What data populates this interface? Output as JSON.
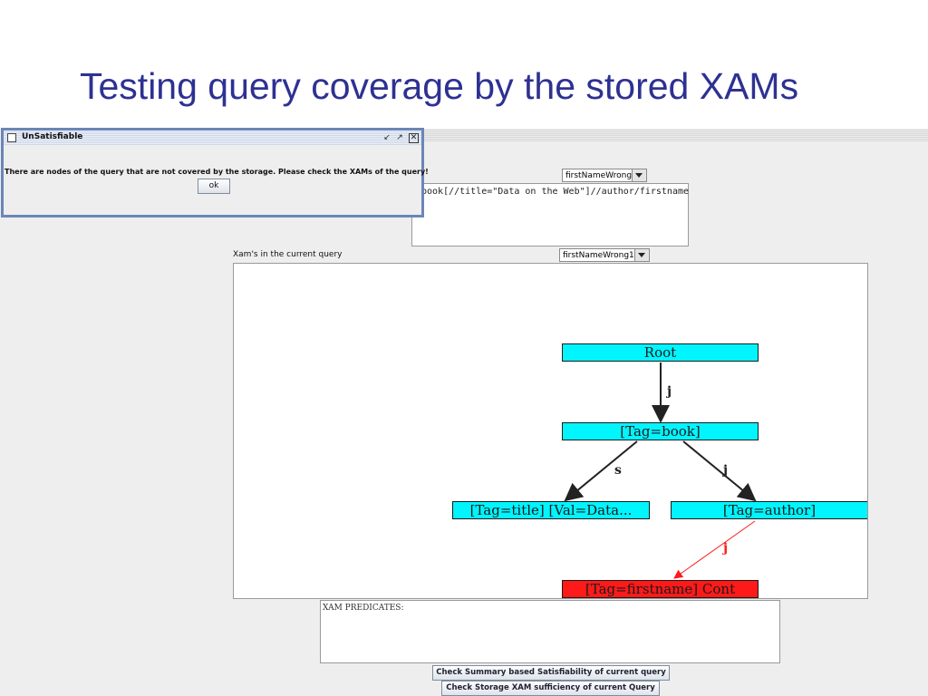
{
  "slide": {
    "title": "Testing query coverage by the stored XAMs"
  },
  "query_panel": {
    "combo_value": "firstNameWrong",
    "query_text": "book[//title=\"Data on the Web\"]//author/firstname"
  },
  "xam_panel": {
    "label": "Xam's in the current query",
    "combo_value": "firstNameWrong1"
  },
  "tree": {
    "nodes": {
      "root": "Root",
      "book": "[Tag=book]",
      "title": "[Tag=title] [Val=Data...",
      "author": "[Tag=author]",
      "firstname": "[Tag=firstname] Cont"
    },
    "edges": {
      "root_book": "j",
      "book_title": "s",
      "book_author": "j",
      "author_firstname": "j"
    },
    "colors": {
      "node": "#00f5ff",
      "uncovered_node": "#ff1a1a",
      "uncovered_edge": "#ff1a1a"
    }
  },
  "predicates": {
    "label": "XAM PREDICATES:"
  },
  "buttons": {
    "check_summary": "Check Summary based Satisfiability of current query",
    "check_storage": "Check Storage XAM sufficiency of current Query"
  },
  "dialog": {
    "title": "UnSatisfiable",
    "message": "There are nodes of the query that are not covered by the storage. Please check the XAMs of the query!",
    "ok_label": "ok"
  }
}
